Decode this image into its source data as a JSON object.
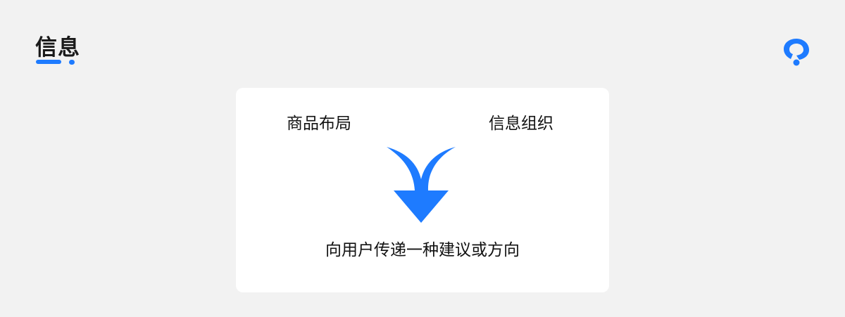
{
  "header": {
    "title": "信息"
  },
  "logo": {
    "icon": "brand-logo-icon",
    "color": "#1e7bff"
  },
  "diagram": {
    "left_label": "商品布局",
    "right_label": "信息组织",
    "result_label": "向用户传递一种建议或方向",
    "arrow_icon": "merge-down-arrow-icon",
    "arrow_color": "#1e7bff"
  }
}
